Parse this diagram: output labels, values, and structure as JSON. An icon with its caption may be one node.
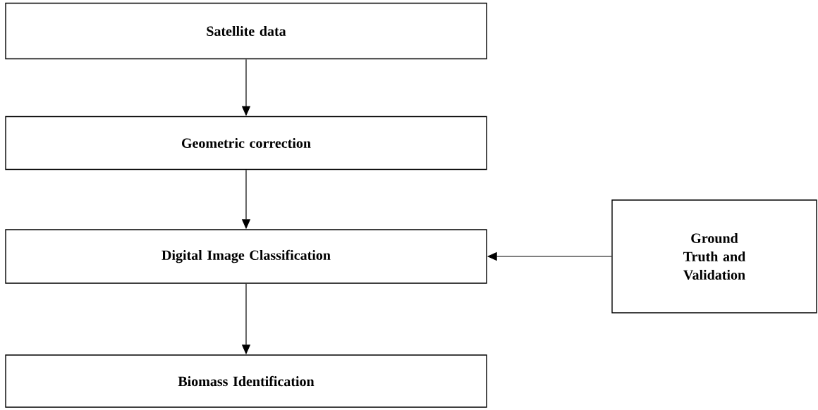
{
  "diagram": {
    "nodes": [
      {
        "text": [
          "Satellite data"
        ]
      },
      {
        "text": [
          "Geometric correction"
        ]
      },
      {
        "text": [
          "Digital Image Classification"
        ]
      },
      {
        "text": [
          "Ground Truth and Validation"
        ]
      },
      {
        "text": [
          "Biomass Identification"
        ]
      }
    ],
    "edges": [
      {
        "from": 0,
        "to": 1,
        "arrow": "to"
      },
      {
        "from": 1,
        "to": 2,
        "arrow": "to"
      },
      {
        "from": 3,
        "to": 2,
        "arrow": "to"
      },
      {
        "from": 2,
        "to": 4,
        "arrow": "to"
      }
    ]
  }
}
